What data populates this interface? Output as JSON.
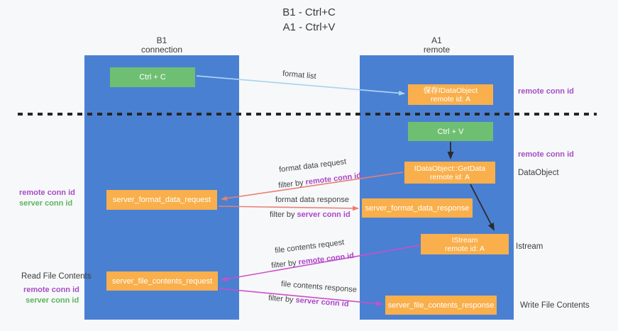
{
  "title": {
    "line1": "B1 - Ctrl+C",
    "line2": "A1 - Ctrl+V"
  },
  "lanes": {
    "b1": {
      "name": "B1",
      "subtitle": "connection"
    },
    "a1": {
      "name": "A1",
      "subtitle": "remote"
    }
  },
  "nodes": {
    "ctrl_c": {
      "label": "Ctrl + C"
    },
    "save_dataobject": {
      "line1": "保存IDataObject",
      "line2": "remote id: A"
    },
    "ctrl_v": {
      "label": "Ctrl + V"
    },
    "getdata": {
      "line1": "IDataObject::GetData",
      "line2": "remote id: A"
    },
    "server_format_data_request": {
      "label": "server_format_data_request"
    },
    "server_format_data_response": {
      "label": "server_format_data_response"
    },
    "istream": {
      "line1": "IStream",
      "line2": "remote id: A"
    },
    "server_file_contents_request": {
      "label": "server_file_contents_request"
    },
    "server_file_contents_response": {
      "label": "server_file_contents_response"
    }
  },
  "arrow_labels": {
    "format_list": "format list",
    "format_data_request": "format data request",
    "format_data_response": "format data response",
    "file_contents_request": "file contents request",
    "file_contents_response": "file contents response",
    "filter_by": "filter by ",
    "remote_conn_id": "remote conn id",
    "server_conn_id": "server conn id"
  },
  "side_labels": {
    "right_remote_conn_id_top": "remote conn id",
    "right_remote_conn_id_mid": "remote conn id",
    "dataobject": "DataObject",
    "istream": "Istream",
    "write_file_contents": "Write File Contents",
    "left_remote_conn_id_top": "remote conn id",
    "left_server_conn_id_top": "server conn id",
    "read_file_contents": "Read File Contents",
    "left_remote_conn_id_bottom": "remote conn id",
    "left_server_conn_id_bottom": "server conn id"
  },
  "colors": {
    "bg": "#f7f8f9",
    "lane-blue": "#4a80d2",
    "node-green": "#6fbf72",
    "node-orange": "#f9af4b",
    "arrow-lightblue": "#a9d3f0",
    "arrow-salmon": "#e87f74",
    "arrow-magenta": "#cb4ecb",
    "arrow-black": "#2b2b2b",
    "text-purple": "#a54fc4",
    "text-green": "#5cb55f",
    "filter-purple": "#ab47c9"
  }
}
